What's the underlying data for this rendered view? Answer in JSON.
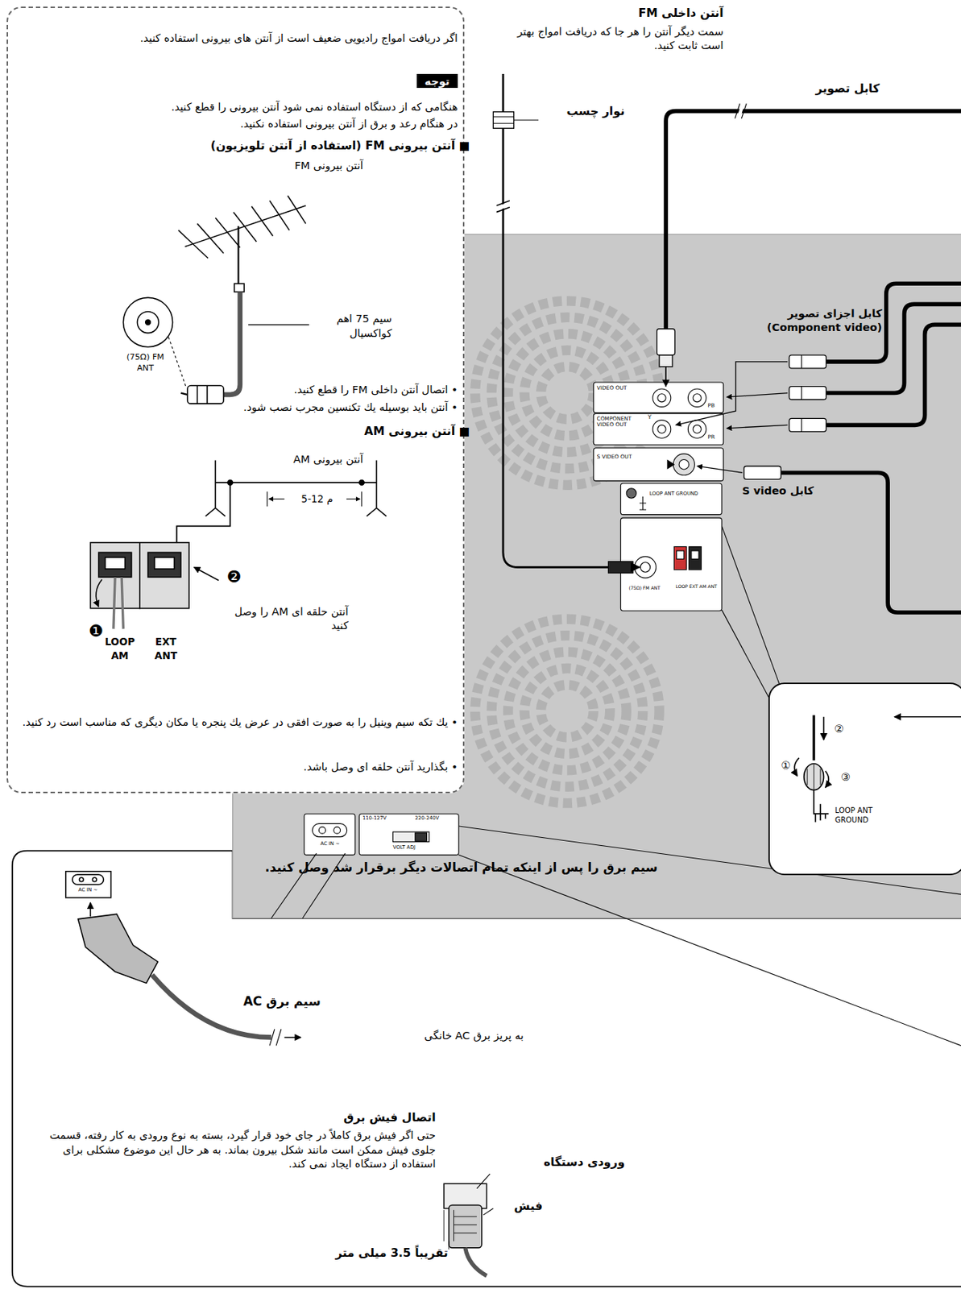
{
  "diagram": {
    "nodes": [
      {
        "text": [
          "اگر دریافت امواج رادیویی ضعیف است از آنتن های بیرونی استفاده کنید.",
          "توجه",
          "هنگامی که از دستگاه استفاده نمی شود آنتن بیرونی را قطع کنید.",
          "در هنگام رعد و برق از آنتن بیرونی استفاده نکنید.",
          "■ آنتن بیرونی FM (استفاده از آنتن تلویزیون)",
          "آنتن بیرونی FM",
          "سیم 75 اهم کواکسیال",
          "(75Ω) FM ANT",
          "• اتصال آنتن داخلی FM را قطع کنید.",
          "• آنتن باید بوسیله يك تكنسین مجرب نصب شود.",
          "■ آنتن بیرونی AM",
          "آنتن بیرونی AM",
          "5-12 م",
          "❶",
          "❷",
          "LOOP AM",
          "EXT ANT",
          "آنتن حلقه ای AM را وصل کنید",
          "• يك تكه سیم وینیل را به صورت افقی در عرض يك پنجره یا مکان دیگری كه مناسب است رد کنید.",
          "• بگذارید آنتن حلقه ای وصل باشد."
        ]
      },
      {
        "text": [
          "سیم برق را پس از اینکه تمام اتصالات دیگر برقرار شد وصل کنید.",
          "AC IN ~",
          "سیم برق AC",
          "به پریز برق AC خانگی",
          "اتصال فیش برق",
          "حتی اگر فیش برق کاملاً در جای خود قرار گیرد، بسته به نوع ورودی به کار رفته، قسمت جلوی فیش ممکن است مانند شکل بیرون بماند. به هر حال این موضوع مشکلی برای استفاده از دستگاه ایجاد نمی کند.",
          "ورودی دستگاه",
          "فیش",
          "تقریباً 3.5 میلی متر"
        ]
      },
      {
        "text": [
          "①",
          "②",
          "③",
          "LOOP ANT GROUND"
        ]
      }
    ],
    "labels": [
      "آنتن داخلی FM",
      "سمت دیگر آنتن را هر جا که دریافت امواج بهتر است ثابت کنید.",
      "کابل تصویر",
      "نوار چسب",
      "کابل اجزای تصویر (Component video)",
      "کابل S video",
      "VIDEO OUT",
      "COMPONENT VIDEO OUT",
      "Y",
      "PB",
      "PR",
      "S VIDEO OUT",
      "LOOP ANT GROUND",
      "(75Ω) FM ANT",
      "LOOP EXT AM ANT",
      "AC IN ~",
      "110-127V",
      "220-240V",
      "VOLT ADJ"
    ]
  }
}
